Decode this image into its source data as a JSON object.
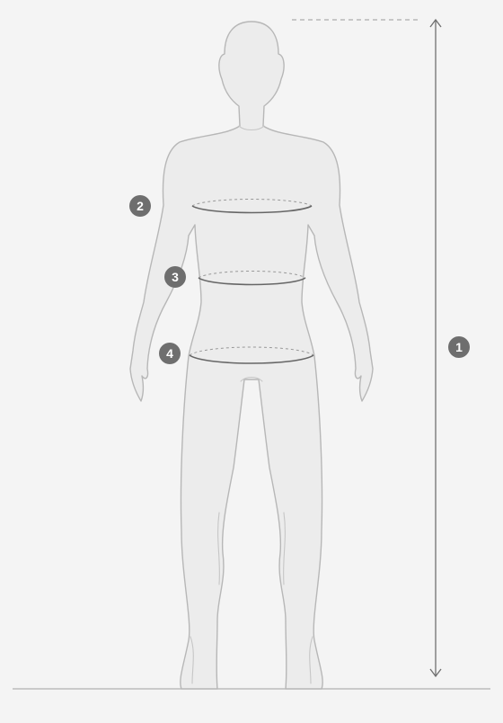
{
  "diagram": {
    "background_color": "#f4f4f4",
    "marker_color": "#6e6e6e",
    "markers": [
      {
        "id": "height",
        "label": "1"
      },
      {
        "id": "chest",
        "label": "2"
      },
      {
        "id": "waist",
        "label": "3"
      },
      {
        "id": "hips",
        "label": "4"
      }
    ]
  }
}
